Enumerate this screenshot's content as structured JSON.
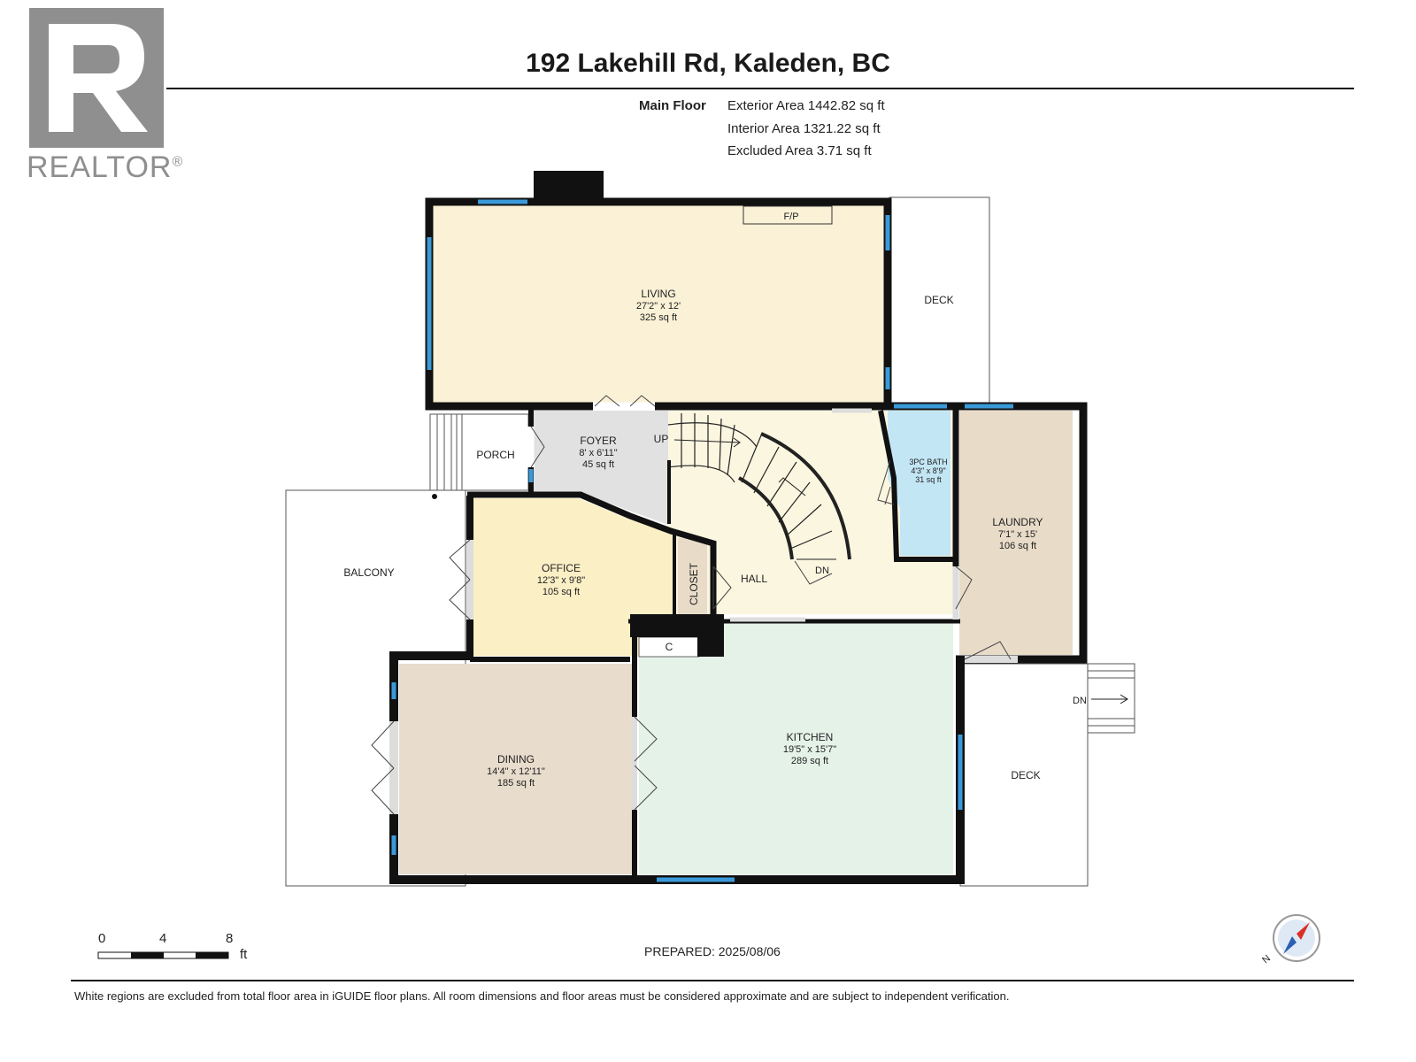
{
  "logo": {
    "text": "REALTOR",
    "mark": "®"
  },
  "title": "192 Lakehill Rd, Kaleden, BC",
  "floor": {
    "label": "Main Floor",
    "exterior_area": "Exterior Area 1442.82 sq ft",
    "interior_area": "Interior Area 1321.22 sq ft",
    "excluded_area": "Excluded Area 3.71 sq ft"
  },
  "rooms": {
    "living": {
      "name": "LIVING",
      "dims": "27'2\" x 12'",
      "area": "325 sq ft",
      "color": "#faf1d6"
    },
    "fp": {
      "label": "F/P"
    },
    "deck_top": {
      "name": "DECK"
    },
    "foyer": {
      "name": "FOYER",
      "dims": "8' x 6'11\"",
      "area": "45 sq ft",
      "color": "#e1e1e1"
    },
    "porch": {
      "name": "PORCH"
    },
    "up": {
      "label": "UP"
    },
    "bath": {
      "name": "3PC BATH",
      "dims": "4'3\" x 8'9\"",
      "area": "31 sq ft",
      "color": "#c3e6f5"
    },
    "laundry": {
      "name": "LAUNDRY",
      "dims": "7'1\" x 15'",
      "area": "106 sq ft",
      "color": "#e8dcc9"
    },
    "balcony": {
      "name": "BALCONY"
    },
    "office": {
      "name": "OFFICE",
      "dims": "12'3\" x 9'8\"",
      "area": "105 sq ft",
      "color": "#fbefc5"
    },
    "closet": {
      "name": "CLOSET",
      "color": "#e8dcc9"
    },
    "hall": {
      "name": "HALL",
      "color": "#fbf6e0"
    },
    "dn_stair": {
      "label": "DN"
    },
    "c": {
      "label": "C"
    },
    "dining": {
      "name": "DINING",
      "dims": "14'4\" x 12'11\"",
      "area": "185 sq ft",
      "color": "#e8dccc"
    },
    "kitchen": {
      "name": "KITCHEN",
      "dims": "19'5\" x 15'7\"",
      "area": "289 sq ft",
      "color": "#e5f2e8"
    },
    "deck_right": {
      "name": "DECK"
    },
    "dn_outside": {
      "label": "DN"
    }
  },
  "scale": {
    "ticks": [
      "0",
      "4",
      "8"
    ],
    "unit": "ft"
  },
  "prepared": "PREPARED: 2025/08/06",
  "compass": {
    "label": "N"
  },
  "footnote": "White regions are excluded from total floor area in iGUIDE floor plans. All room dimensions and floor areas must be considered approximate and are subject to independent verification.",
  "colors": {
    "wall": "#111111",
    "window": "#3a9ad9"
  }
}
